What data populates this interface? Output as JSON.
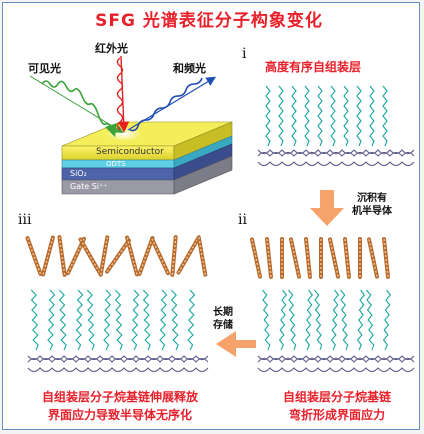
{
  "title": "SFG 光谱表征分子构象变化",
  "beams": {
    "visible": "可见光",
    "infrared": "红外光",
    "sum_freq": "和频光"
  },
  "device_layers": [
    "Semiconductor",
    "ODTS",
    "SiO₂",
    "Gate Si⁺⁺"
  ],
  "panels": {
    "i": {
      "numeral": "i",
      "caption": "高度有序自组装层"
    },
    "ii": {
      "numeral": "ii",
      "caption_line1": "自组装层分子烷基链",
      "caption_line2": "弯折形成界面应力"
    },
    "iii": {
      "numeral": "iii",
      "caption_line1": "自组装层分子烷基链伸展释放",
      "caption_line2": "界面应力导致半导体无序化"
    }
  },
  "arrows": {
    "down_line1": "沉积有",
    "down_line2": "机半导体",
    "left_line1": "长期",
    "left_line2": "存储"
  },
  "colors": {
    "title": "#e8202a",
    "chain": "#1aa6a0",
    "substrate": "#5a5a8a",
    "semiconductor_rod": "#b86a2c",
    "arrow": "#f5a36a",
    "visible_beam": "#3aa33a",
    "ir_beam": "#e32222",
    "sfg_beam": "#1f4fb3"
  }
}
